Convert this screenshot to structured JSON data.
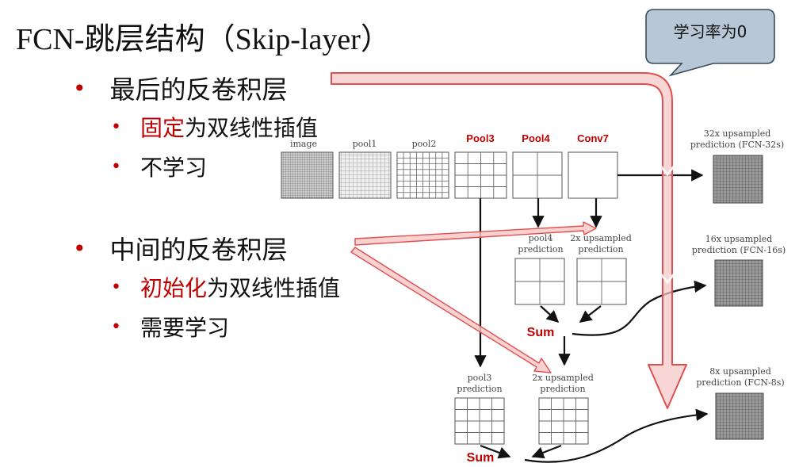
{
  "title": "FCN-跳层结构（Skip-layer）",
  "bullets": [
    {
      "text": "最后的反卷积层"
    },
    {
      "hl": "固定",
      "rest": "为双线性插值"
    },
    {
      "text": "不学习"
    },
    {
      "text": "中间的反卷积层"
    },
    {
      "hl": "初始化",
      "rest": "为双线性插值"
    },
    {
      "text": "需要学习"
    }
  ],
  "callout": "学习率为0",
  "diagram": {
    "layers": [
      "image",
      "pool1",
      "pool2",
      "Pool3",
      "Pool4",
      "Conv7"
    ],
    "outputs": [
      {
        "line1": "32x upsampled",
        "line2": "prediction (FCN-32s)"
      },
      {
        "line1": "16x upsampled",
        "line2": "prediction (FCN-16s)"
      },
      {
        "line1": "8x upsampled",
        "line2": "prediction (FCN-8s)"
      }
    ],
    "pool4_pred": {
      "line1": "pool4",
      "line2": "prediction"
    },
    "up2_a": {
      "line1": "2x upsampled",
      "line2": "prediction"
    },
    "pool3_pred": {
      "line1": "pool3",
      "line2": "prediction"
    },
    "up2_b": {
      "line1": "2x upsampled",
      "line2": "prediction"
    },
    "sum_label": "Sum"
  },
  "colors": {
    "accent": "#c00000",
    "arrow_fill": "#f6c6c6",
    "arrow_stroke": "#e05050",
    "bubble": "#b8c7d6"
  }
}
